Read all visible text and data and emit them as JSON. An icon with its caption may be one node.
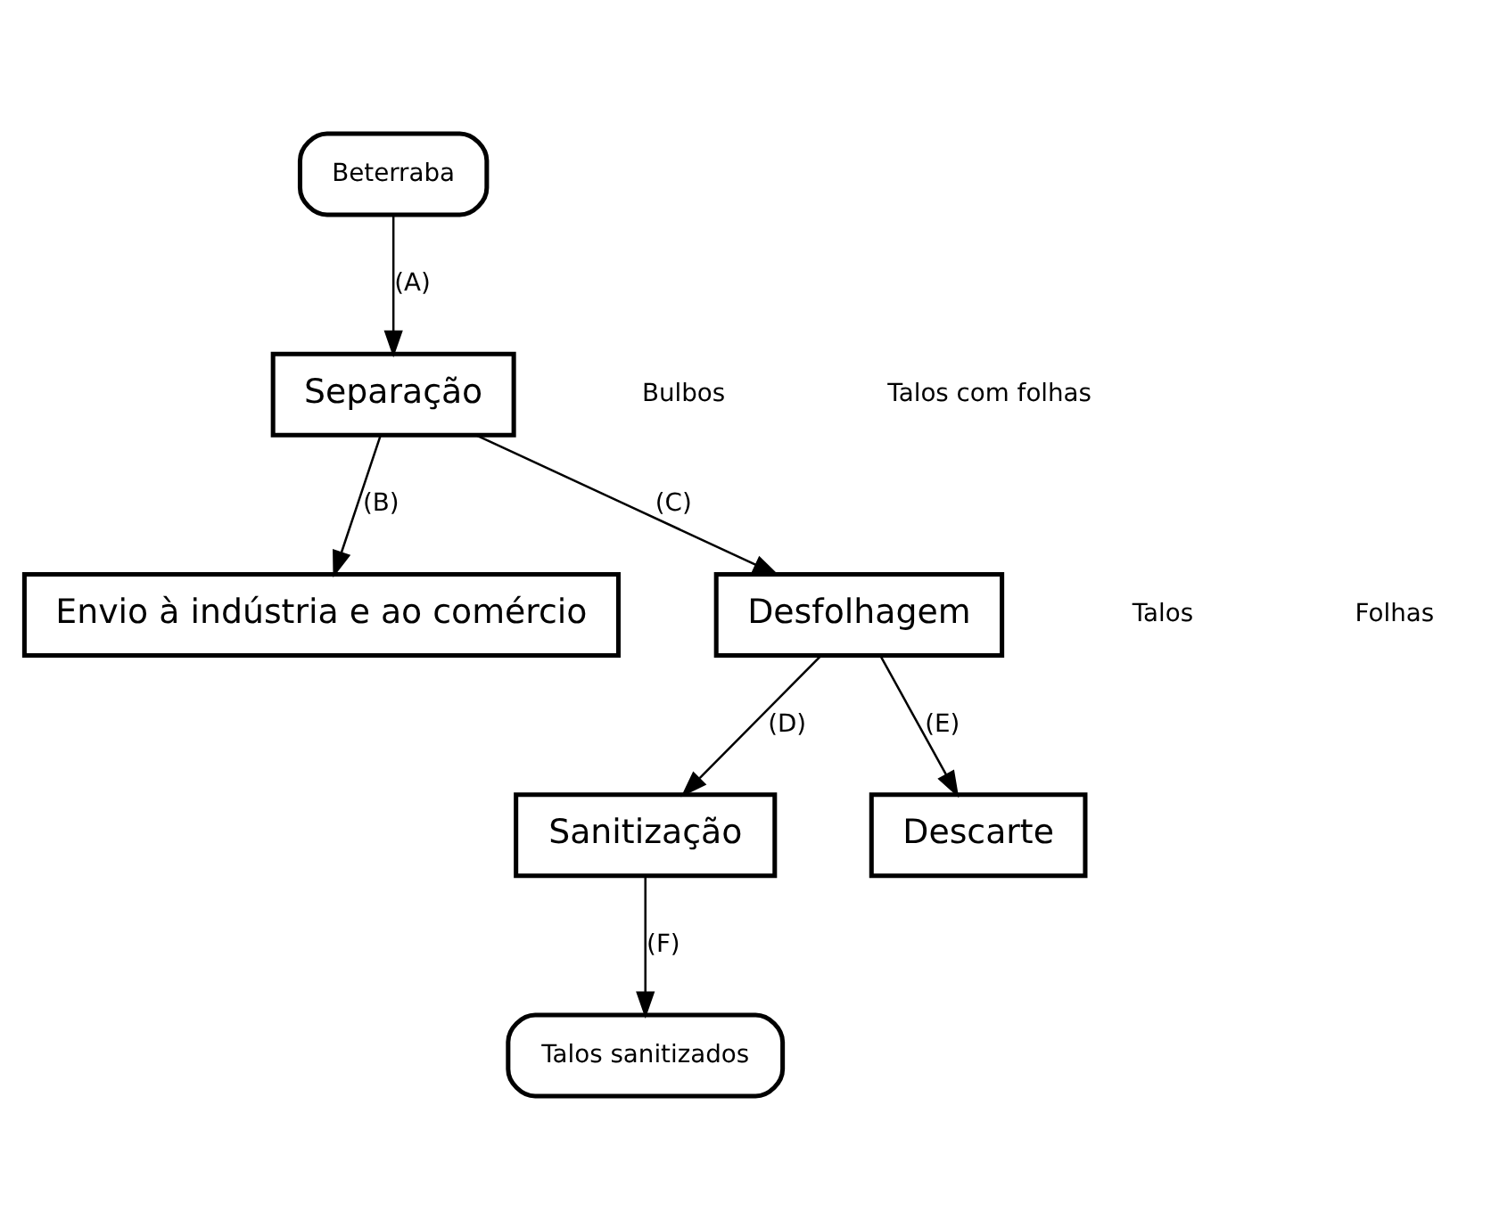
{
  "diagram": {
    "nodes": [
      {
        "text": [
          "Beterraba"
        ]
      },
      {
        "text": [
          "Separação"
        ]
      },
      {
        "text": [
          "Envio à indústria e ao comércio"
        ]
      },
      {
        "text": [
          "Desfolhagem"
        ]
      },
      {
        "text": [
          "Sanitização"
        ]
      },
      {
        "text": [
          "Descarte"
        ]
      },
      {
        "text": [
          "Talos sanitizados"
        ]
      }
    ],
    "edges": [
      {
        "from": 0,
        "to": 1,
        "arrow": "to",
        "label": "(A)"
      },
      {
        "from": 1,
        "to": 2,
        "arrow": "to",
        "label": "(B)"
      },
      {
        "from": 1,
        "to": 3,
        "arrow": "to",
        "label": "(C)"
      },
      {
        "from": 3,
        "to": 4,
        "arrow": "to",
        "label": "(D)"
      },
      {
        "from": 3,
        "to": 5,
        "arrow": "to",
        "label": "(E)"
      },
      {
        "from": 4,
        "to": 6,
        "arrow": "to",
        "label": "(F)"
      }
    ],
    "labels": [
      "Bulbos",
      "Talos com folhas",
      "Talos",
      "Folhas"
    ]
  }
}
